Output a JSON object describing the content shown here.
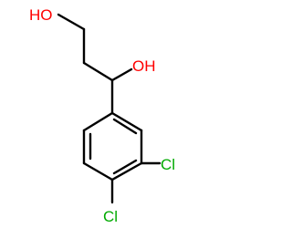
{
  "labels": {
    "oh_top": "HO",
    "oh_mid": "OH",
    "cl_right": "Cl",
    "cl_bottom": "Cl"
  },
  "colors": {
    "bond": "#000000",
    "oxygen": "#ff0000",
    "chlorine": "#00aa00"
  }
}
